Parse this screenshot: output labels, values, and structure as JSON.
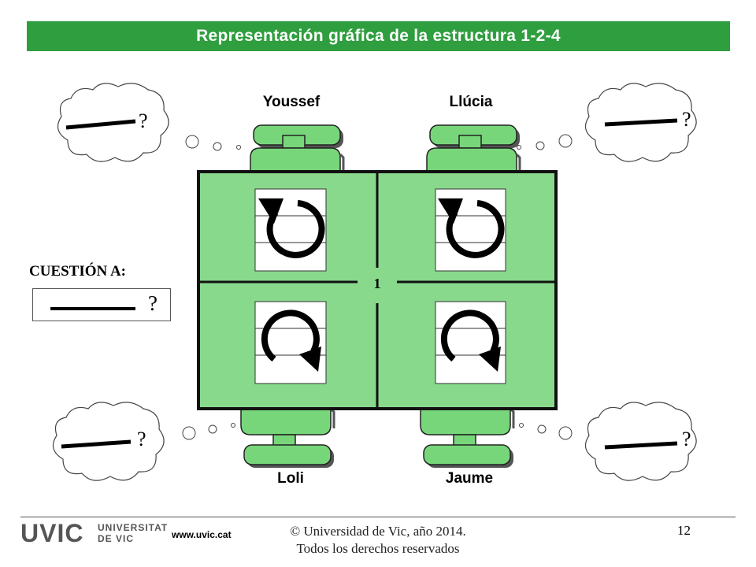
{
  "title": "Representación gráfica de la estructura  1-2-4",
  "people": {
    "top_left": "Youssef",
    "top_right": "Llúcia",
    "bottom_left": "Loli",
    "bottom_right": "Jaume"
  },
  "table_center_label": "1",
  "thought_mark": "?",
  "cuestion": {
    "label": "CUESTIÓN A:",
    "mark": "?"
  },
  "footer": {
    "logo_text": "UVIC",
    "logo_sub_1": "UNIVERSITAT",
    "logo_sub_2": "DE VIC",
    "url": "www.uvic.cat",
    "copyright_1": "© Universidad de Vic, año 2014.",
    "copyright_2": "Todos los derechos reservados",
    "page": "12"
  },
  "colors": {
    "green": "#2f9e3f",
    "chair": "#77d67a",
    "table": "#88d98c"
  }
}
